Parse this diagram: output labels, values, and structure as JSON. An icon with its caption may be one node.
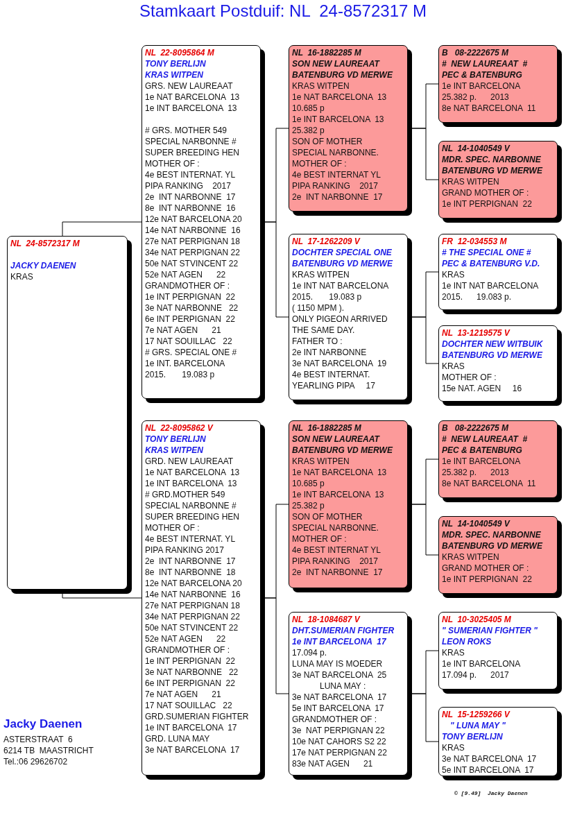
{
  "diagram": {
    "title": "Stamkaart Postduif: NL  24-8572317 M",
    "nodes": [
      {
        "text": [
          "NL  24-8572317 M",
          "JACKY DAENEN",
          "KRAS"
        ]
      },
      {
        "text": [
          "NL  22-8095864 M",
          "TONY BERLIJN",
          "KRAS WITPEN",
          "GRS. NEW LAUREAAT",
          "1e NAT BARCELONA  13",
          "1e INT BARCELONA  13",
          "# GRS. MOTHER 549",
          "SPECIAL NARBONNE #",
          "SUPER BREEDING HEN",
          "MOTHER OF :",
          "4e BEST INTERNAT. YL",
          "PIPA RANKING    2017",
          "2e  INT NARBONNE  17",
          "8e  INT NARBONNE  16",
          "12e NAT BARCELONA 20",
          "14e NAT NARBONNE  16",
          "27e NAT PERPIGNAN 18",
          "34e NAT PERPIGNAN 22",
          "50e NAT STVINCENT 22",
          "52e NAT AGEN      22",
          "GRANDMOTHER OF :",
          "1e INT PERPIGNAN  22",
          "3e NAT NARBONNE   22",
          "6e INT PERPIGNAN  22",
          "7e NAT AGEN      21",
          "17 NAT SOUILLAC   22",
          "# GRS. SPECIAL ONE #",
          "1e INT. BARCELONA",
          "2015.       19.083 p"
        ]
      },
      {
        "text": [
          "NL  22-8095862 V",
          "TONY BERLIJN",
          "KRAS WITPEN",
          "GRD. NEW LAUREAAT",
          "1e NAT BARCELONA  13",
          "1e INT BARCELONA  13",
          "# GRD.MOTHER 549",
          "SPECIAL NARBONNE #",
          "SUPER BREEDING HEN",
          "MOTHER OF :",
          "4e BEST INTERNAT. YL",
          "PIPA RANKING 2017",
          "2e  INT NARBONNE  17",
          "8e  INT NARBONNE  18",
          "12e NAT BARCELONA 20",
          "14e NAT NARBONNE  16",
          "27e NAT PERPIGNAN 18",
          "34e NAT PERPIGNAN 22",
          "50e NAT STVINCENT 22",
          "52e NAT AGEN      22",
          "GRANDMOTHER OF :",
          "1e INT PERPIGNAN  22",
          "3e NAT NARBONNE   22",
          "6e INT PERPIGNAN  22",
          "7e NAT AGEN      21",
          "17 NAT SOUILLAC   22",
          "GRD.SUMERIAN FIGHTER",
          "1e INT BARCELONA  17",
          "GRD. LUNA MAY",
          "3e NAT BARCELONA  17"
        ]
      },
      {
        "text": [
          "NL  16-1882285 M",
          "SON NEW LAUREAAT",
          "BATENBURG VD MERWE",
          "KRAS WITPEN",
          "1e NAT BARCELONA  13",
          "10.685 p",
          "1e INT BARCELONA  13",
          "25.382 p",
          "SON OF MOTHER",
          "SPECIAL NARBONNE.",
          "MOTHER OF :",
          "4e BEST INTERNAT YL",
          "PIPA RANKING    2017",
          "2e  INT NARBONNE  17"
        ]
      },
      {
        "text": [
          "NL  17-1262209 V",
          "DOCHTER SPECIAL ONE",
          "BATENBURG VD MERWE",
          "KRAS WITPEN",
          "1e INT NAT BARCELONA",
          "2015.       19.083 p",
          "( 1150 MPM ).",
          "ONLY PIGEON ARRIVED",
          "THE SAME DAY.",
          "FATHER TO :",
          "2e INT NARBONNE",
          "3e NAT BARCELONA  19",
          "4e BEST INTERNAT.",
          "YEARLING PIPA     17"
        ]
      },
      {
        "text": [
          "NL  16-1882285 M",
          "SON NEW LAUREAAT",
          "BATENBURG VD MERWE",
          "KRAS WITPEN",
          "1e NAT BARCELONA  13",
          "10.685 p",
          "1e INT BARCELONA  13",
          "25.382 p",
          "SON OF MOTHER",
          "SPECIAL NARBONNE.",
          "MOTHER OF :",
          "4e BEST INTERNAT YL",
          "PIPA RANKING    2017",
          "2e  INT NARBONNE  17"
        ]
      },
      {
        "text": [
          "NL  18-1084687 V",
          "DHT.SUMERIAN FIGHTER",
          "1e INT BARCELONA  17",
          "17.094 p.",
          "LUNA MAY IS MOEDER",
          "3e NAT BARCELONA  25",
          "LUNA MAY :",
          "3e NAT BARCELONA  17",
          "5e INT BARCELONA  17",
          "GRANDMOTHER OF :",
          "3e  NAT PERPIGNAN 22",
          "10e NAT CAHORS S2 22",
          "17e NAT PERPIGNAN 22",
          "83e NAT AGEN      21"
        ]
      },
      {
        "text": [
          "B   08-2222675 M",
          "#  NEW LAUREAAT  #",
          "PEC & BATENBURG",
          "1e INT BARCELONA",
          "25.382 p.      2013",
          "8e NAT BARCELONA  11"
        ]
      },
      {
        "text": [
          "NL  14-1040549 V",
          "MDR. SPEC. NARBONNE",
          "BATENBURG VD MERWE",
          "KRAS WITPEN",
          "GRAND MOTHER OF :",
          "1e INT PERPIGNAN  22"
        ]
      },
      {
        "text": [
          "FR  12-034553 M",
          "# THE SPECIAL ONE #",
          "PEC & BATENBURG V.D.",
          "KRAS",
          "1e INT NAT BARCELONA",
          "2015.      19.083 p."
        ]
      },
      {
        "text": [
          "NL  13-1219575 V",
          "DOCHTER NEW WITBUIK",
          "BATENBURG VD MERWE",
          "KRAS",
          "MOTHER OF :",
          "15e NAT. AGEN     16"
        ]
      },
      {
        "text": [
          "B   08-2222675 M",
          "#  NEW LAUREAAT  #",
          "PEC & BATENBURG",
          "1e INT BARCELONA",
          "25.382 p.      2013",
          "8e NAT BARCELONA  11"
        ]
      },
      {
        "text": [
          "NL  14-1040549 V",
          "MDR. SPEC. NARBONNE",
          "BATENBURG VD MERWE",
          "KRAS WITPEN",
          "GRAND MOTHER OF :",
          "1e INT PERPIGNAN  22"
        ]
      },
      {
        "text": [
          "NL  10-3025405 M",
          "\" SUMERIAN FIGHTER \"",
          "LEON ROKS",
          "KRAS",
          "1e INT BARCELONA",
          "17.094 p.      2017"
        ]
      },
      {
        "text": [
          "NL  15-1259266 V",
          "\" LUNA MAY \"",
          "TONY BERLIJN",
          "KRAS",
          "3e NAT BARCELONA  17",
          "5e INT BARCELONA  17"
        ]
      }
    ],
    "edges": [
      {
        "from": 0,
        "to": 1,
        "arrow": "none"
      },
      {
        "from": 0,
        "to": 2,
        "arrow": "none"
      },
      {
        "from": 1,
        "to": 3,
        "arrow": "none"
      },
      {
        "from": 1,
        "to": 4,
        "arrow": "none"
      },
      {
        "from": 2,
        "to": 5,
        "arrow": "none"
      },
      {
        "from": 2,
        "to": 6,
        "arrow": "none"
      },
      {
        "from": 3,
        "to": 7,
        "arrow": "none"
      },
      {
        "from": 3,
        "to": 8,
        "arrow": "none"
      },
      {
        "from": 4,
        "to": 9,
        "arrow": "none"
      },
      {
        "from": 4,
        "to": 10,
        "arrow": "none"
      },
      {
        "from": 5,
        "to": 11,
        "arrow": "none"
      },
      {
        "from": 5,
        "to": 12,
        "arrow": "none"
      },
      {
        "from": 6,
        "to": 13,
        "arrow": "none"
      },
      {
        "from": 6,
        "to": 14,
        "arrow": "none"
      }
    ],
    "labels": [
      "Jacky Daenen",
      "ASTERSTRAAT  6",
      "6214 TB  MAASTRICHT",
      "Tel.:06 29626702",
      "© [9.49]  Jacky Daenen"
    ]
  }
}
